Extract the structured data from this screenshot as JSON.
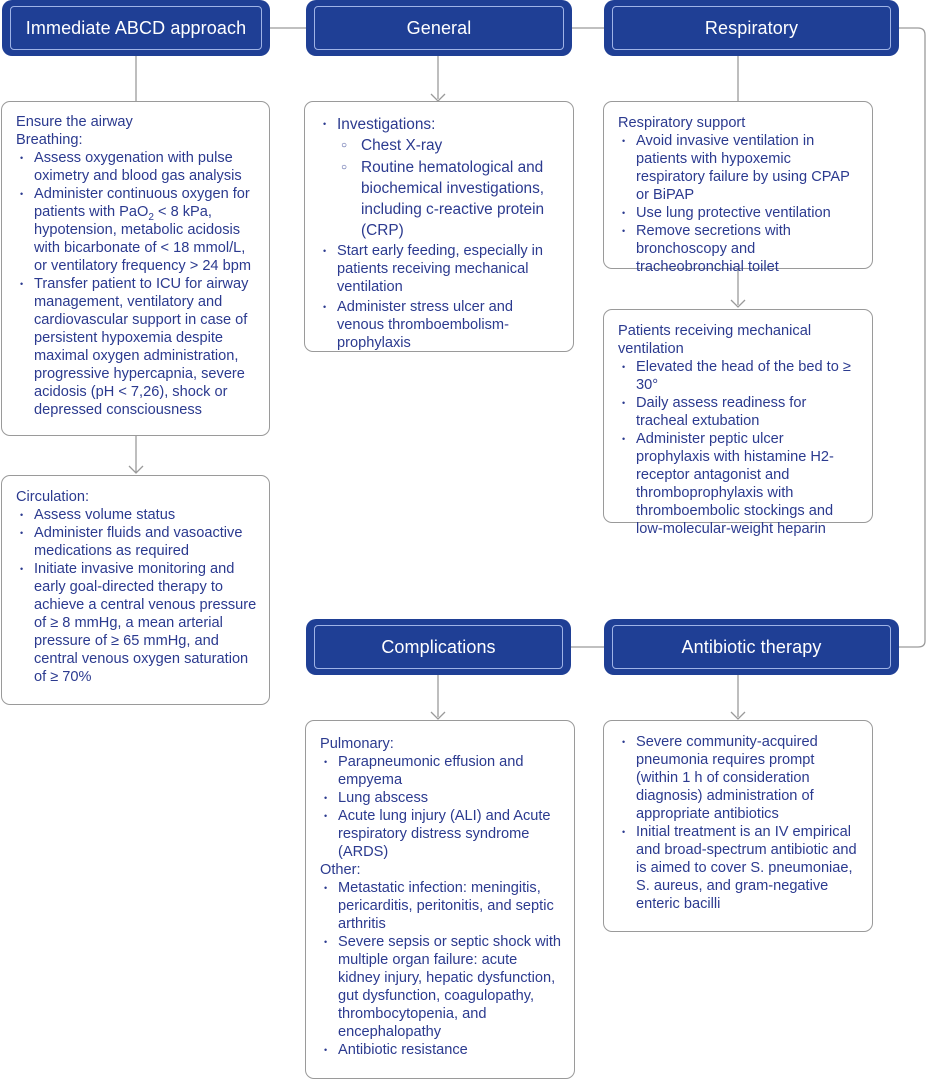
{
  "headers": {
    "abcd": "Immediate ABCD approach",
    "general": "General",
    "respiratory": "Respiratory",
    "complications": "Complications",
    "antibiotic": "Antibiotic therapy"
  },
  "airway_box": {
    "airway": "Ensure the airway",
    "breathing": "Breathing:",
    "items": [
      "Assess oxygenation with pulse oximetry and blood gas analysis",
      "Administer continuous oxygen for patients with PaO",
      "2",
      " < 8 kPa, hypotension, metabolic acidosis with bicarbonate of < 18 mmol/L, or ventilatory frequency > 24 bpm",
      "Transfer patient to ICU for airway management, ventilatory and cardiovascular support  in case of persistent hypoxemia despite maximal oxygen administration, progressive hypercapnia, severe acidosis (pH < 7,26), shock or depressed consciousness"
    ]
  },
  "circulation_box": {
    "title": "Circulation:",
    "items": [
      "Assess volume status",
      "Administer fluids and vasoactive medications as required",
      "Initiate invasive monitoring and early goal-directed therapy to achieve a central venous pressure of ≥ 8 mmHg, a mean arterial pressure of ≥ 65 mmHg, and central venous oxygen saturation of ≥ 70%"
    ]
  },
  "general_box": {
    "investigations": "Investigations:",
    "sub_items": [
      "Chest X-ray",
      "Routine hematological and biochemical investigations, including c-reactive protein (CRP)"
    ],
    "items": [
      "Start early feeding, especially in patients receiving mechanical ventilation",
      "Administer stress ulcer and venous thromboembolism-prophylaxis"
    ]
  },
  "resp_support_box": {
    "title": "Respiratory support",
    "items": [
      "Avoid invasive ventilation in patients with hypoxemic respiratory failure by using CPAP or BiPAP",
      "Use lung protective ventilation",
      "Remove secretions with bronchoscopy and tracheobronchial toilet"
    ]
  },
  "mech_vent_box": {
    "title": "Patients receiving mechanical ventilation",
    "items": [
      "Elevated the head of the bed to ≥ 30°",
      "Daily assess readiness for tracheal extubation",
      "Administer peptic ulcer prophylaxis with histamine H2-receptor antagonist and thromboprophylaxis with thromboembolic stockings and low-molecular-weight heparin"
    ]
  },
  "complications_box": {
    "pulmonary": "Pulmonary:",
    "pulmonary_items": [
      "Parapneumonic effusion and empyema",
      "Lung abscess",
      "Acute lung injury (ALI) and Acute respiratory distress syndrome (ARDS)"
    ],
    "other": "Other:",
    "other_items": [
      "Metastatic infection: meningitis, pericarditis, peritonitis, and septic arthritis",
      "Severe sepsis or septic shock with multiple organ failure: acute kidney injury, hepatic dysfunction, gut dysfunction, coagulopathy, thrombocytopenia, and encephalopathy",
      "Antibiotic resistance"
    ]
  },
  "antibiotic_box": {
    "items": [
      "Severe community-acquired pneumonia requires prompt (within 1 h of consideration diagnosis) administration of appropriate antibiotics",
      "Initial treatment is an IV empirical and broad-spectrum antibiotic and is aimed to cover S. pneumoniae, S. aureus, and gram-negative enteric bacilli"
    ]
  },
  "colors": {
    "header_fill": "#1f3f95",
    "text": "#2b3a8f",
    "connector": "#9a9a9a"
  }
}
